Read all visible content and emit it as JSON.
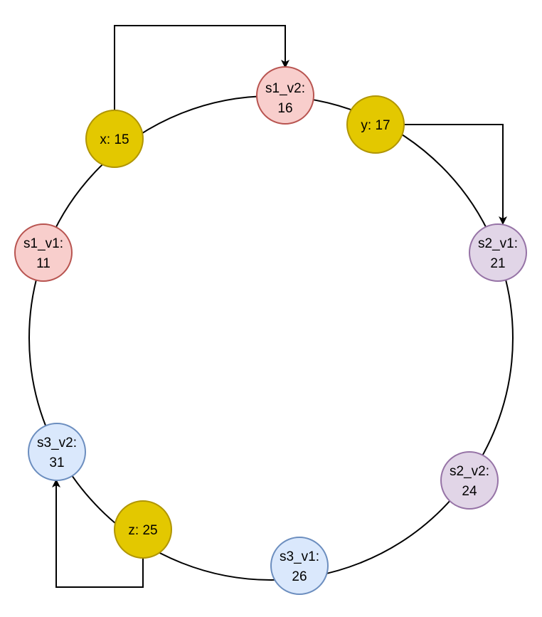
{
  "colors": {
    "ring": "#000000",
    "arrow": "#000000",
    "key_fill": "#e3c800",
    "key_stroke": "#b09500",
    "s1_fill": "#f8cecc",
    "s1_stroke": "#b85450",
    "s2_fill": "#e1d5e7",
    "s2_stroke": "#9673a6",
    "s3_fill": "#dae8fc",
    "s3_stroke": "#6c8ebf"
  },
  "nodes": {
    "x": {
      "label": "x: 15"
    },
    "s1_v2": {
      "line1": "s1_v2:",
      "line2": "16"
    },
    "y": {
      "label": "y: 17"
    },
    "s2_v1": {
      "line1": "s2_v1:",
      "line2": "21"
    },
    "s1_v1": {
      "line1": "s1_v1:",
      "line2": "11"
    },
    "s3_v2": {
      "line1": "s3_v2:",
      "line2": "31"
    },
    "s2_v2": {
      "line1": "s2_v2:",
      "line2": "24"
    },
    "z": {
      "label": "z: 25"
    },
    "s3_v1": {
      "line1": "s3_v1:",
      "line2": "26"
    }
  }
}
